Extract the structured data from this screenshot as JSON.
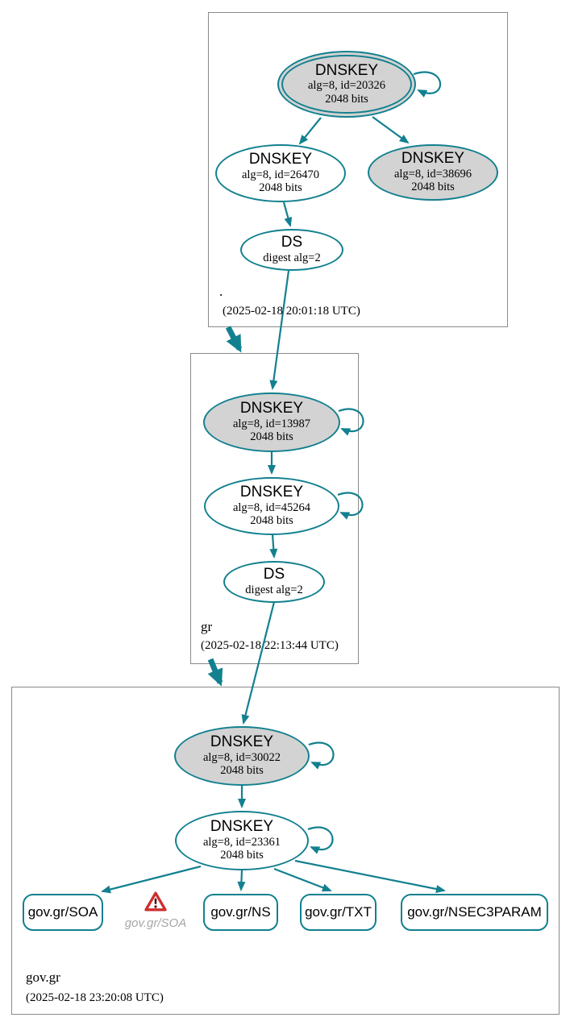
{
  "colors": {
    "edge": "#12808f",
    "ksk_fill": "#d3d3d3",
    "warn_red": "#cc2f2e",
    "warn_text": "#a6a6a6"
  },
  "diagram": {
    "zones": [
      {
        "label": ".",
        "timestamp": "(2025-02-18 20:01:18 UTC)"
      },
      {
        "label": "gr",
        "timestamp": "(2025-02-18 22:13:44 UTC)"
      },
      {
        "label": "gov.gr",
        "timestamp": "(2025-02-18 23:20:08 UTC)"
      }
    ],
    "nodes": {
      "root_ksk": {
        "type": "DNSKEY",
        "line1": "alg=8, id=20326",
        "line2": "2048 bits"
      },
      "root_zsk": {
        "type": "DNSKEY",
        "line1": "alg=8, id=26470",
        "line2": "2048 bits"
      },
      "root_key2": {
        "type": "DNSKEY",
        "line1": "alg=8, id=38696",
        "line2": "2048 bits"
      },
      "root_ds": {
        "type": "DS",
        "line1": "digest alg=2"
      },
      "gr_ksk": {
        "type": "DNSKEY",
        "line1": "alg=8, id=13987",
        "line2": "2048 bits"
      },
      "gr_zsk": {
        "type": "DNSKEY",
        "line1": "alg=8, id=45264",
        "line2": "2048 bits"
      },
      "gr_ds": {
        "type": "DS",
        "line1": "digest alg=2"
      },
      "govgr_ksk": {
        "type": "DNSKEY",
        "line1": "alg=8, id=30022",
        "line2": "2048 bits"
      },
      "govgr_zsk": {
        "type": "DNSKEY",
        "line1": "alg=8, id=23361",
        "line2": "2048 bits"
      }
    },
    "rrsets": [
      {
        "label": "gov.gr/SOA"
      },
      {
        "label": "gov.gr/NS"
      },
      {
        "label": "gov.gr/TXT"
      },
      {
        "label": "gov.gr/NSEC3PARAM"
      }
    ],
    "warning": {
      "label": "gov.gr/SOA"
    }
  }
}
